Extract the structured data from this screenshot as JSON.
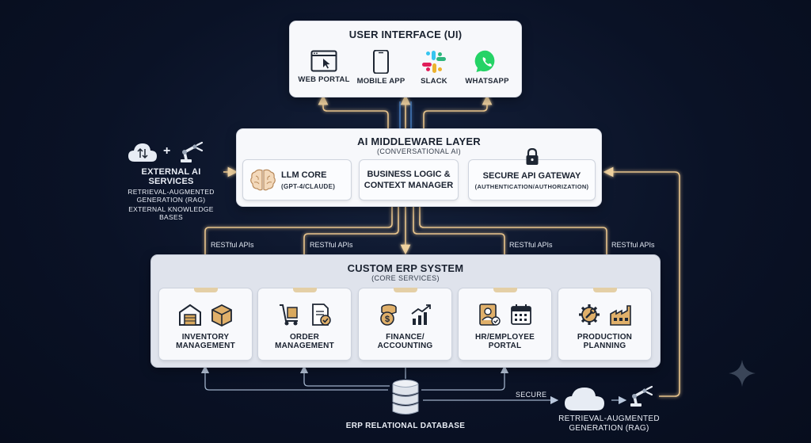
{
  "ui_layer": {
    "title": "USER INTERFACE (UI)",
    "items": [
      {
        "label": "WEB PORTAL",
        "icon": "browser-window-icon"
      },
      {
        "label": "MOBILE APP",
        "icon": "smartphone-icon"
      },
      {
        "label": "SLACK",
        "icon": "slack-logo-icon"
      },
      {
        "label": "WHATSAPP",
        "icon": "whatsapp-logo-icon"
      }
    ]
  },
  "middleware": {
    "title": "AI MIDDLEWARE LAYER",
    "subtitle": "(CONVERSATIONAL AI)",
    "llm": {
      "line1": "LLM CORE",
      "line2": "(GPT-4/CLAUDE)"
    },
    "logic": {
      "line1": "BUSINESS LOGIC &",
      "line2": "CONTEXT MANAGER"
    },
    "gateway": {
      "line1": "SECURE API GATEWAY",
      "line2": "(AUTHENTICATION/AUTHORIZATION)"
    }
  },
  "external_ai": {
    "title": "EXTERNAL AI SERVICES",
    "line1": "RETRIEVAL-AUGMENTED",
    "line2": "GENERATION (RAG)",
    "line3": "EXTERNAL KNOWLEDGE",
    "line4": "BASES"
  },
  "api_labels": [
    "RESTful APIs",
    "RESTful APIs",
    "RESTful APIs",
    "RESTful APIs"
  ],
  "erp": {
    "title": "CUSTOM ERP SYSTEM",
    "subtitle": "(CORE SERVICES)",
    "modules": [
      {
        "line1": "INVENTORY",
        "line2": "MANAGEMENT"
      },
      {
        "line1": "ORDER",
        "line2": "MANAGEMENT"
      },
      {
        "line1": "FINANCE/",
        "line2": "ACCOUNTING"
      },
      {
        "line1": "HR/EMPLOYEE",
        "line2": "PORTAL"
      },
      {
        "line1": "PRODUCTION",
        "line2": "PLANNING"
      }
    ]
  },
  "database": {
    "label": "ERP RELATIONAL DATABASE"
  },
  "rag": {
    "secure_label": "SECURE",
    "line1": "RETRIEVAL-AUGMENTED",
    "line2": "GENERATION (RAG)"
  },
  "colors": {
    "accent_gold": "#e8c48c",
    "accent_blue": "#5fa8ff",
    "background": "#0a1226"
  }
}
